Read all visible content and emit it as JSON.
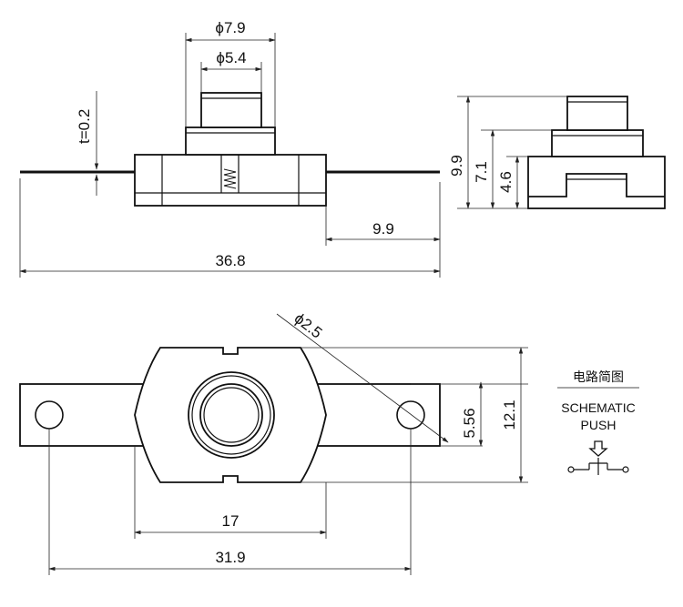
{
  "dimensions": {
    "outer_dia": "ϕ7.9",
    "inner_dia": "ϕ5.4",
    "thickness": "t=0.2",
    "tab_length": "9.9",
    "total_length": "36.8",
    "height_total": "9.9",
    "height_mid": "7.1",
    "height_base": "4.6",
    "hole_dia": "ϕ2.5",
    "hole_offset": "5.56",
    "body_width": "12.1",
    "body_length": "17",
    "hole_spacing": "31.9"
  },
  "schematic": {
    "title_cn": "电路简图",
    "title_en": "SCHEMATIC",
    "type": "PUSH"
  }
}
